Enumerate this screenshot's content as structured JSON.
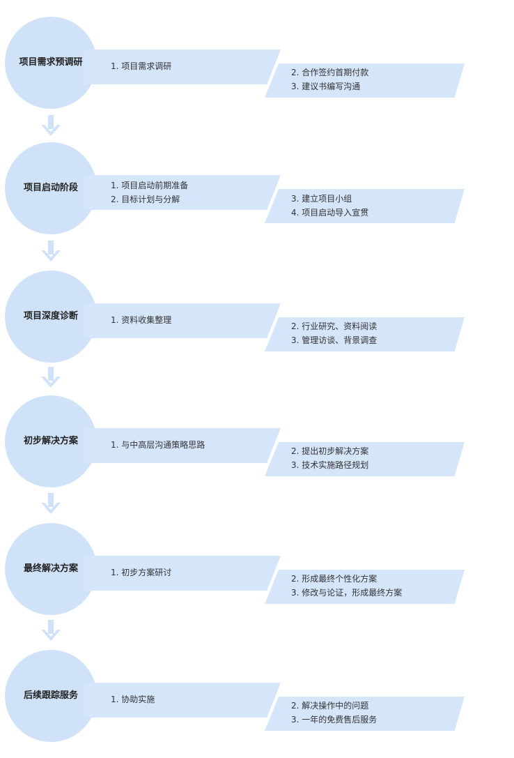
{
  "steps": [
    {
      "title": "项目需求预调研",
      "left_items": [
        "1. 项目需求调研"
      ],
      "right_items": [
        "2. 合作签约首期付款",
        "3. 建议书编写沟通"
      ]
    },
    {
      "title": "项目启动阶段",
      "left_items": [
        "1. 项目启动前期准备",
        "2. 目标计划与分解"
      ],
      "right_items": [
        "3. 建立项目小组",
        "4. 项目启动导入宣贯"
      ]
    },
    {
      "title": "项目深度诊断",
      "left_items": [
        "1. 资料收集整理"
      ],
      "right_items": [
        "2. 行业研究、资料阅读",
        "3. 管理访谈、背景调查"
      ]
    },
    {
      "title": "初步解决方案",
      "left_items": [
        "1. 与中高层沟通策略思路"
      ],
      "right_items": [
        "2. 提出初步解决方案",
        "3. 技术实施路径规划"
      ]
    },
    {
      "title": "最终解决方案",
      "left_items": [
        "1. 初步方案研讨"
      ],
      "right_items": [
        "2. 形成最终个性化方案",
        "3. 修改与论证，形成最终方案"
      ]
    },
    {
      "title": "后续跟踪服务",
      "left_items": [
        "1. 协助实施"
      ],
      "right_items": [
        "2. 解决操作中的问题",
        "3. 一年的免费售后服务"
      ]
    }
  ],
  "colors": {
    "circle": "#cfe2f8",
    "band": "#d5e5fa",
    "arrow": "#cfe2f8"
  }
}
